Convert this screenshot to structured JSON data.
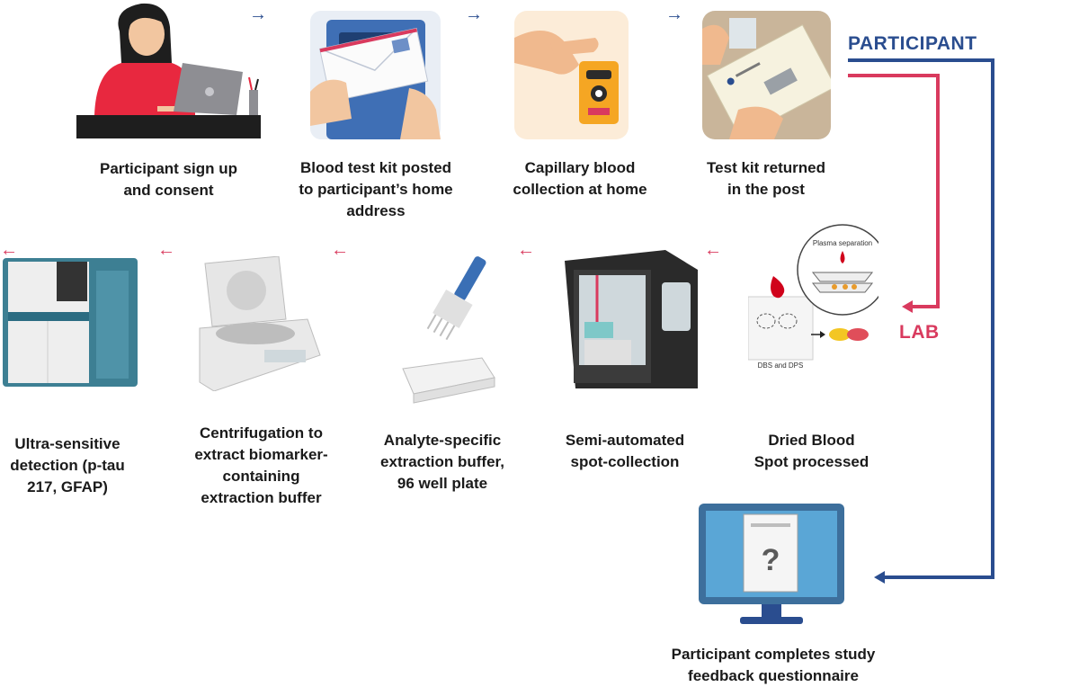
{
  "roles": {
    "participant": "PARTICIPANT",
    "lab": "LAB"
  },
  "steps": [
    {
      "id": "sign-up",
      "caption_lines": [
        "Participant sign up",
        "and consent"
      ],
      "icon": "woman-laptop-icon"
    },
    {
      "id": "kit-posted",
      "caption_lines": [
        "Blood test kit posted",
        "to participant’s home",
        "address"
      ],
      "icon": "mailbox-envelope-icon"
    },
    {
      "id": "capillary",
      "caption_lines": [
        "Capillary blood",
        "collection at home"
      ],
      "icon": "finger-prick-icon"
    },
    {
      "id": "returned",
      "caption_lines": [
        "Test kit returned",
        "in the post"
      ],
      "icon": "envelope-return-icon"
    },
    {
      "id": "dbs",
      "caption_lines": [
        "Dried Blood",
        "Spot processed"
      ],
      "icon": "dried-blood-spot-icon",
      "inset_labels": {
        "plasma": "Plasma separation",
        "cards": "DBS and DPS"
      }
    },
    {
      "id": "semi-auto",
      "caption_lines": [
        "Semi-automated",
        "spot-collection"
      ],
      "icon": "spot-collection-machine-icon"
    },
    {
      "id": "buffer",
      "caption_lines": [
        "Analyte-specific",
        "extraction buffer,",
        "96 well plate"
      ],
      "icon": "pipette-well-plate-icon"
    },
    {
      "id": "centrifuge",
      "caption_lines": [
        "Centrifugation to",
        "extract biomarker-",
        "containing",
        "extraction buffer"
      ],
      "icon": "centrifuge-icon"
    },
    {
      "id": "detection",
      "caption_lines": [
        "Ultra-sensitive",
        "detection (p-tau",
        "217, GFAP)"
      ],
      "icon": "analyzer-instrument-icon"
    },
    {
      "id": "questionnaire",
      "caption_lines": [
        "Participant completes study",
        "feedback questionnaire"
      ],
      "icon": "monitor-question-icon"
    }
  ],
  "arrows": {
    "forward": "→",
    "backward": "←"
  },
  "colors": {
    "participant": "#2a4d8f",
    "lab": "#d93a5e",
    "text": "#1a1a1a"
  }
}
